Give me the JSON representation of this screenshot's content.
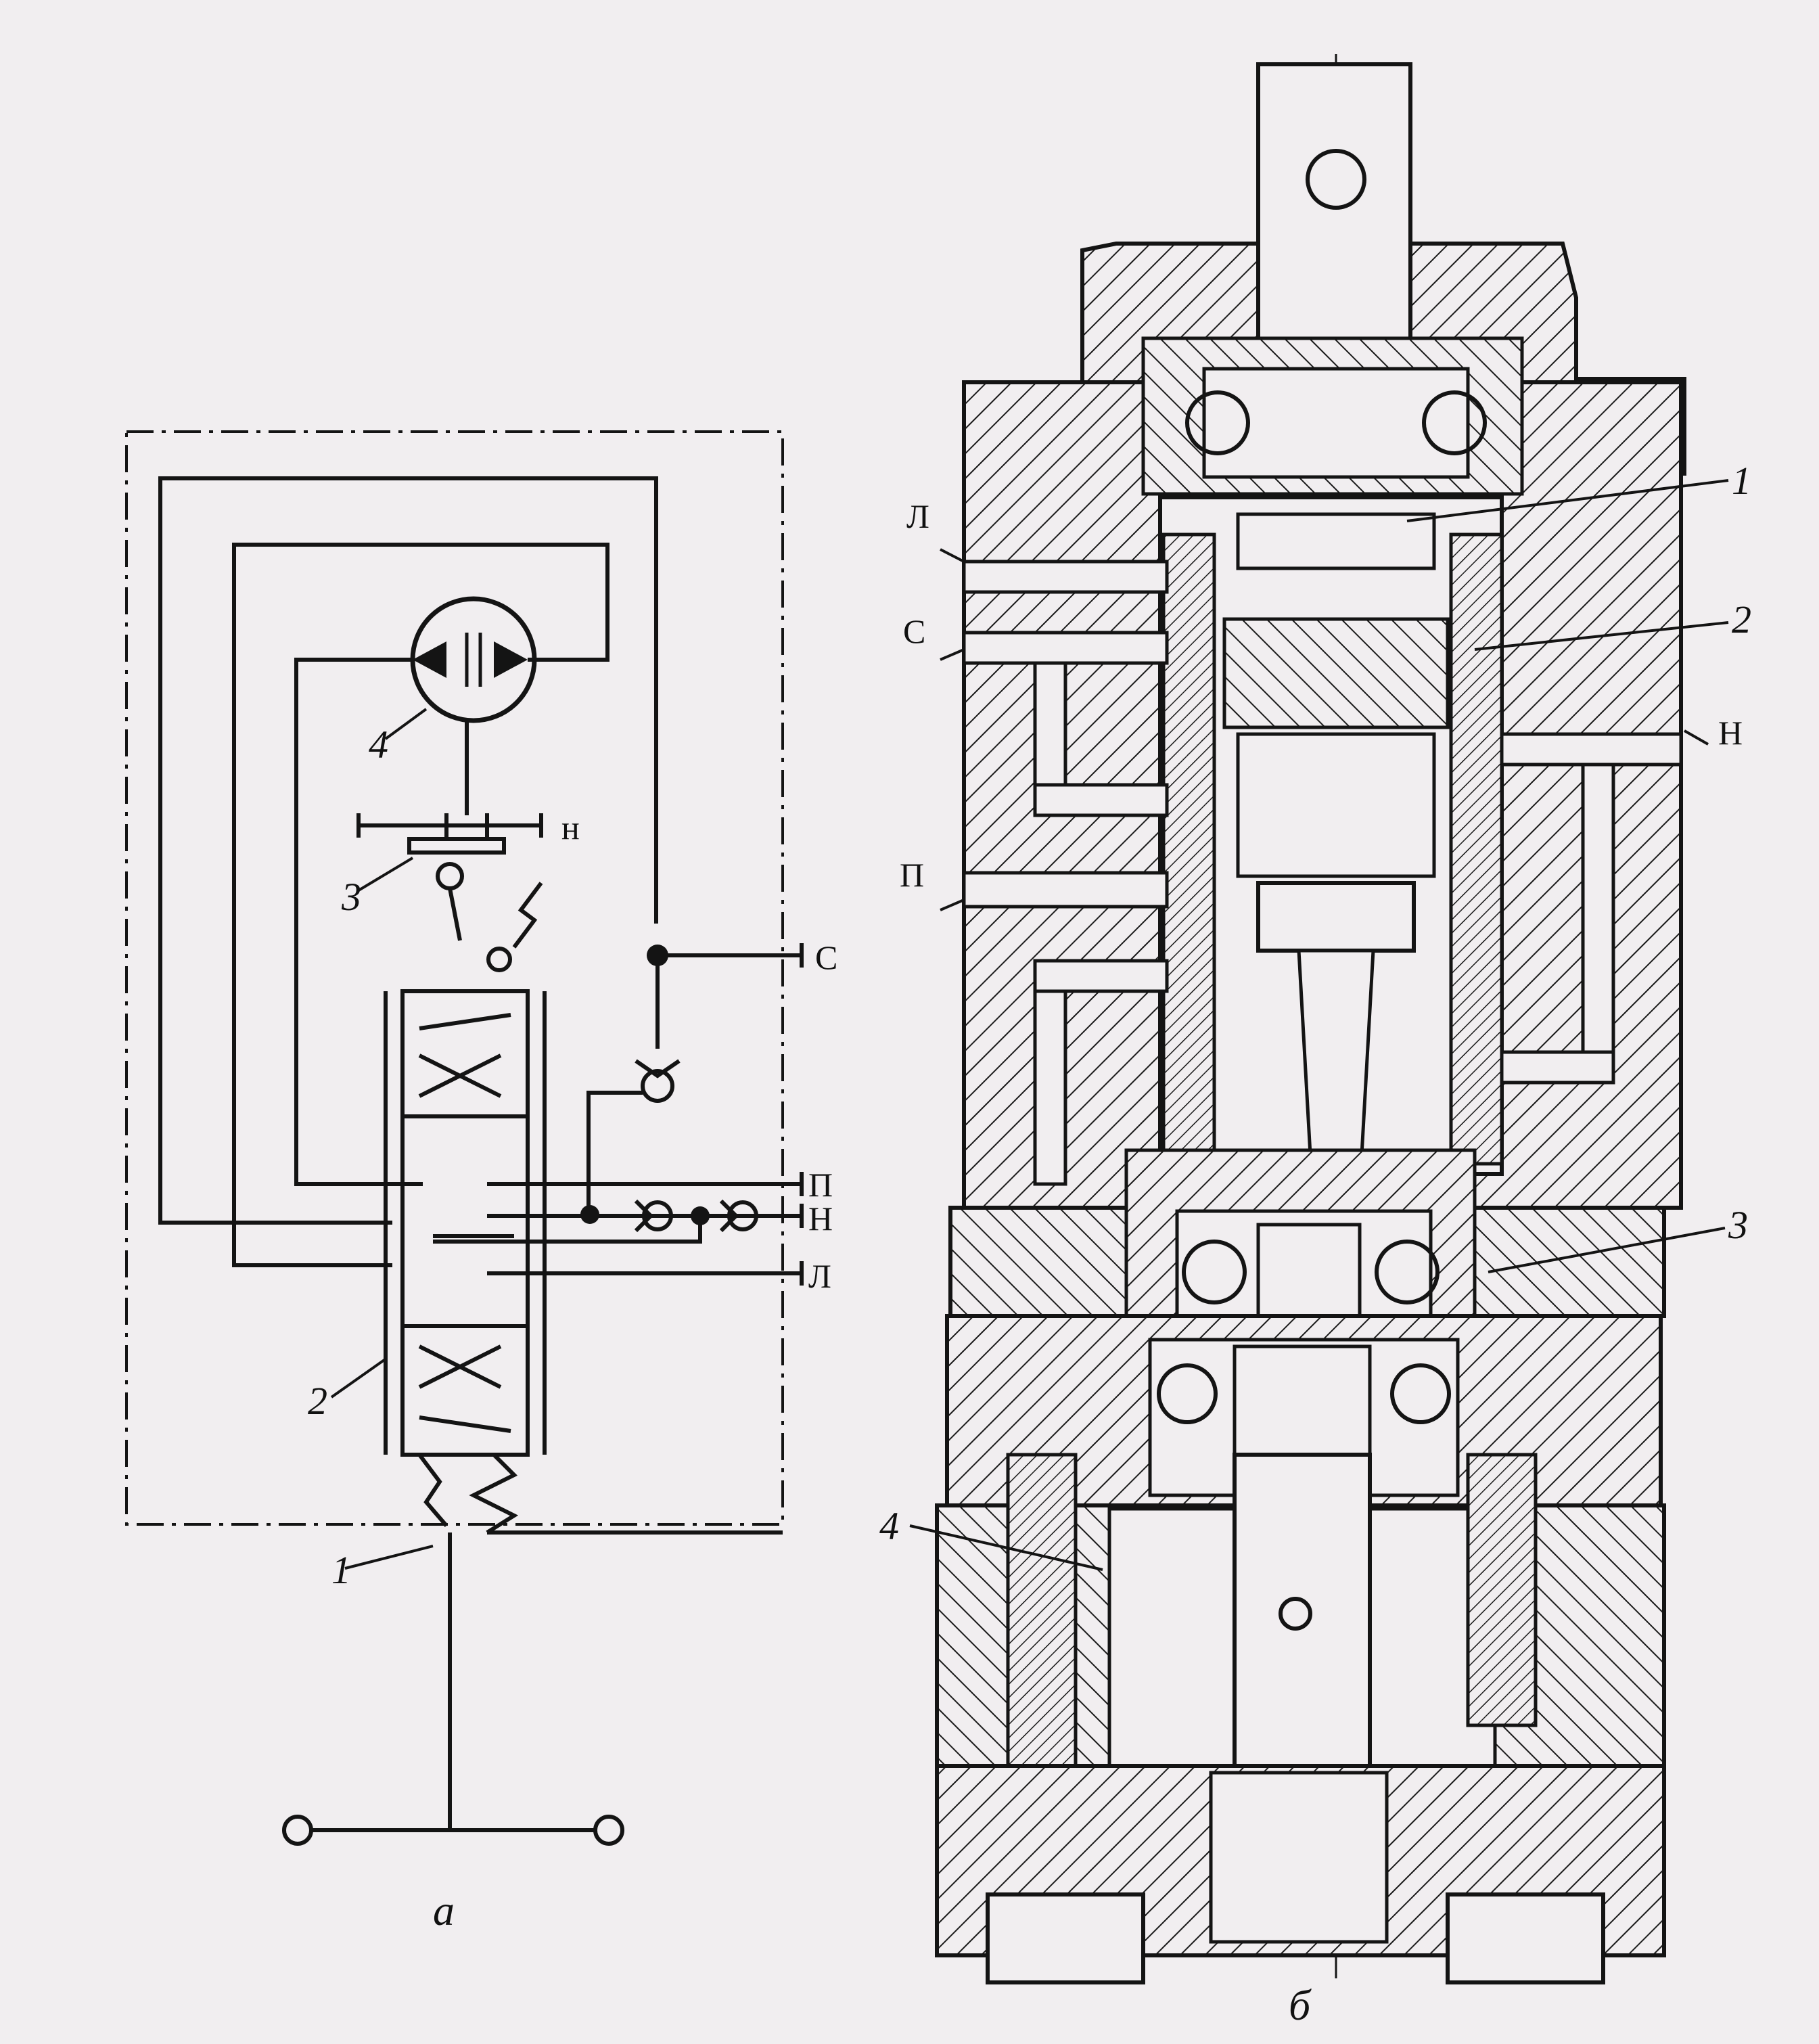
{
  "scheme_a": {
    "caption": "а",
    "callouts": {
      "c1": "1",
      "c2": "2",
      "c3": "3",
      "c4": "4"
    },
    "ports": {
      "p": "П",
      "n": "Н",
      "l": "Л",
      "s": "С",
      "n_small": "н"
    }
  },
  "section_b": {
    "caption": "б",
    "callouts": {
      "c1": "1",
      "c2": "2",
      "c3": "3",
      "c4": "4"
    },
    "ports": {
      "l": "Л",
      "s": "С",
      "n": "Н",
      "p": "П"
    }
  },
  "colors": {
    "ink": "#141414",
    "paper": "#f1eef0"
  }
}
